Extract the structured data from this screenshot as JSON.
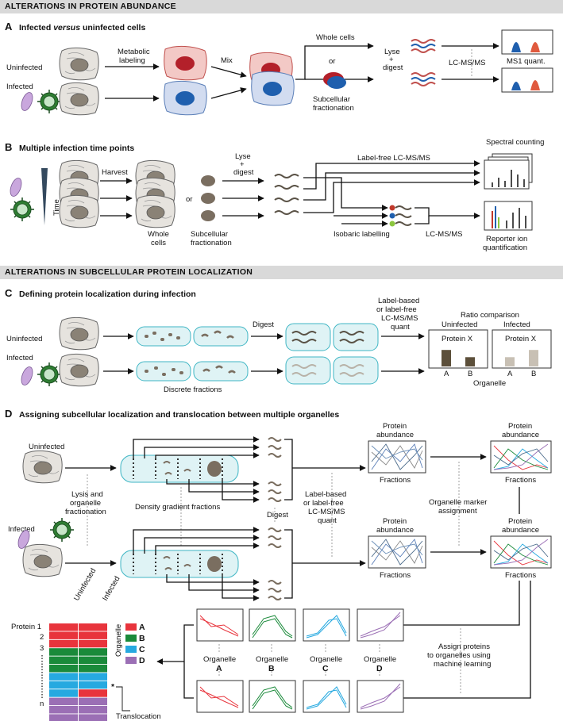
{
  "sections": {
    "abundance": "ALTERATIONS IN PROTEIN ABUNDANCE",
    "localization": "ALTERATIONS IN SUBCELLULAR PROTEIN LOCALIZATION"
  },
  "panelA": {
    "letter": "A",
    "title_pre": "Infected ",
    "title_em": "versus",
    "title_post": " uninfected cells",
    "uninfected": "Uninfected",
    "infected": "Infected",
    "metabolic1": "Metabolic",
    "metabolic2": "labeling",
    "mix": "Mix",
    "whole_cells": "Whole cells",
    "or": "or",
    "subcell1": "Subcellular",
    "subcell2": "fractionation",
    "lyse1": "Lyse",
    "lyse2": "+",
    "lyse3": "digest",
    "lcms": "LC-MS/MS",
    "ms1": "MS1 quant."
  },
  "panelB": {
    "letter": "B",
    "title": "Multiple infection time points",
    "time": "Time",
    "harvest": "Harvest",
    "or": "or",
    "whole1": "Whole",
    "whole2": "cells",
    "subcell1": "Subcellular",
    "subcell2": "fractionation",
    "lyse1": "Lyse",
    "lyse2": "+",
    "lyse3": "digest",
    "labelfree": "Label-free LC-MS/MS",
    "spectral": "Spectral counting",
    "isobaric": "Isobaric labelling",
    "lcms": "LC-MS/MS",
    "reporter1": "Reporter ion",
    "reporter2": "quantification"
  },
  "panelC": {
    "letter": "C",
    "title": "Defining protein localization during infection",
    "uninfected": "Uninfected",
    "infected": "Infected",
    "digest": "Digest",
    "discrete": "Discrete fractions",
    "lb1": "Label-based",
    "lb2": "or label-free",
    "lb3": "LC-MS/MS",
    "lb4": "quant",
    "ratio": "Ratio comparison",
    "col_uninf": "Uninfected",
    "col_inf": "Infected",
    "protein": "Protein X",
    "a": "A",
    "b": "B",
    "organelle": "Organelle",
    "bars": {
      "uninf_a": 0.8,
      "uninf_b": 0.45,
      "inf_a": 0.45,
      "inf_b": 0.8
    }
  },
  "panelD": {
    "letter": "D",
    "title": "Assigning subcellular localization and translocation between multiple organelles",
    "uninfected": "Uninfected",
    "infected": "Infected",
    "lysis1": "Lysis and",
    "lysis2": "organelle",
    "lysis3": "fractionation",
    "density": "Density gradient fractions",
    "digest": "Digest",
    "lb1": "Label-based",
    "lb2": "or label-free",
    "lb3": "LC-MS/MS",
    "lb4": "quant",
    "pa1": "Protein",
    "pa2": "abundance",
    "fractions": "Fractions",
    "marker1": "Organelle marker",
    "marker2": "assignment",
    "assign1": "Assign proteins",
    "assign2": "to organelles using",
    "assign3": "machine learning",
    "organelle": "Organelle",
    "orgA": "A",
    "orgB": "B",
    "orgC": "C",
    "orgD": "D",
    "heat_uninf": "Uninfected",
    "heat_inf": "Infected",
    "protein1": "Protein 1",
    "p2": "2",
    "p3": "3",
    "pn": "n",
    "star": "*",
    "translocation": "Translocation",
    "legend_title": "Organelle",
    "colors": {
      "A": "#e8343c",
      "B": "#1a8a3a",
      "C": "#26a9e0",
      "D": "#9b6fb5"
    }
  }
}
